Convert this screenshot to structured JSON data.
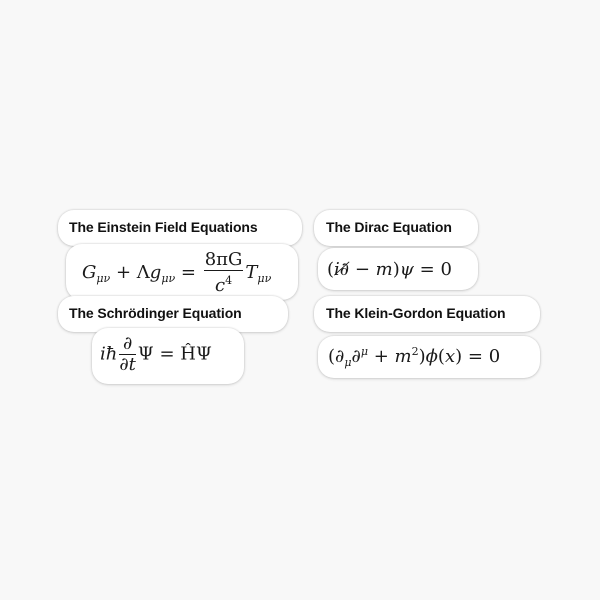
{
  "background_color": "#f8f8f8",
  "sticker_color": "#ffffff",
  "text_color": "#111111",
  "stickers": [
    {
      "title": "The Einstein Field Equations",
      "equation": {
        "lhs_G": "G",
        "lhs_G_sub": "μν",
        "plus": "+",
        "lambda": "Λ",
        "g": "g",
        "g_sub": "μν",
        "equals": "=",
        "frac_num": "8πG",
        "frac_den_c": "c",
        "frac_den_sup": "4",
        "T": "T",
        "T_sub": "μν"
      },
      "plain": "G_μν + Λg_μν = (8πG / c^4) T_μν"
    },
    {
      "title": "The Dirac Equation",
      "equation": {
        "open": "(",
        "i": "i",
        "dslash": "∂̸",
        "minus": "−",
        "m": "m",
        "close": ")",
        "psi": "ψ",
        "equals": "=",
        "zero": "0"
      },
      "plain": "(i∂̸ − m)ψ = 0"
    },
    {
      "title": "The Schrödinger Equation",
      "equation": {
        "i": "i",
        "hbar": "ħ",
        "frac_num": "∂",
        "frac_den": "∂t",
        "Psi": "Ψ",
        "equals": "=",
        "H": "Ĥ",
        "Psi2": "Ψ"
      },
      "plain": "iħ ∂/∂t Ψ = ĤΨ"
    },
    {
      "title": "The Klein-Gordon Equation",
      "equation": {
        "open": "(",
        "d1": "∂",
        "d1_sub": "μ",
        "d2": "∂",
        "d2_sup": "μ",
        "plus": "+",
        "m": "m",
        "m_sup": "2",
        "close": ")",
        "phi": "ϕ",
        "arg_open": "(",
        "x": "x",
        "arg_close": ")",
        "equals": "=",
        "zero": "0"
      },
      "plain": "(∂_μ∂^μ + m²)ϕ(x) = 0"
    }
  ]
}
